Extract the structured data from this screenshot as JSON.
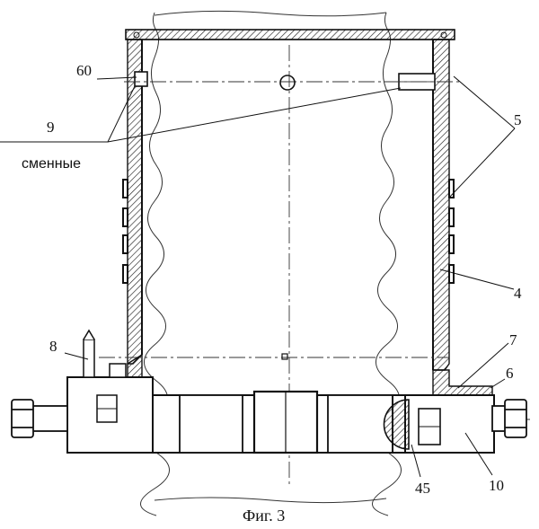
{
  "labels": {
    "l60": "60",
    "l9": "9",
    "l5": "5",
    "l4": "4",
    "l8": "8",
    "l7": "7",
    "l6": "6",
    "l45": "45",
    "l10": "10",
    "smennye": "сменные"
  },
  "caption": "Фиг. 3"
}
